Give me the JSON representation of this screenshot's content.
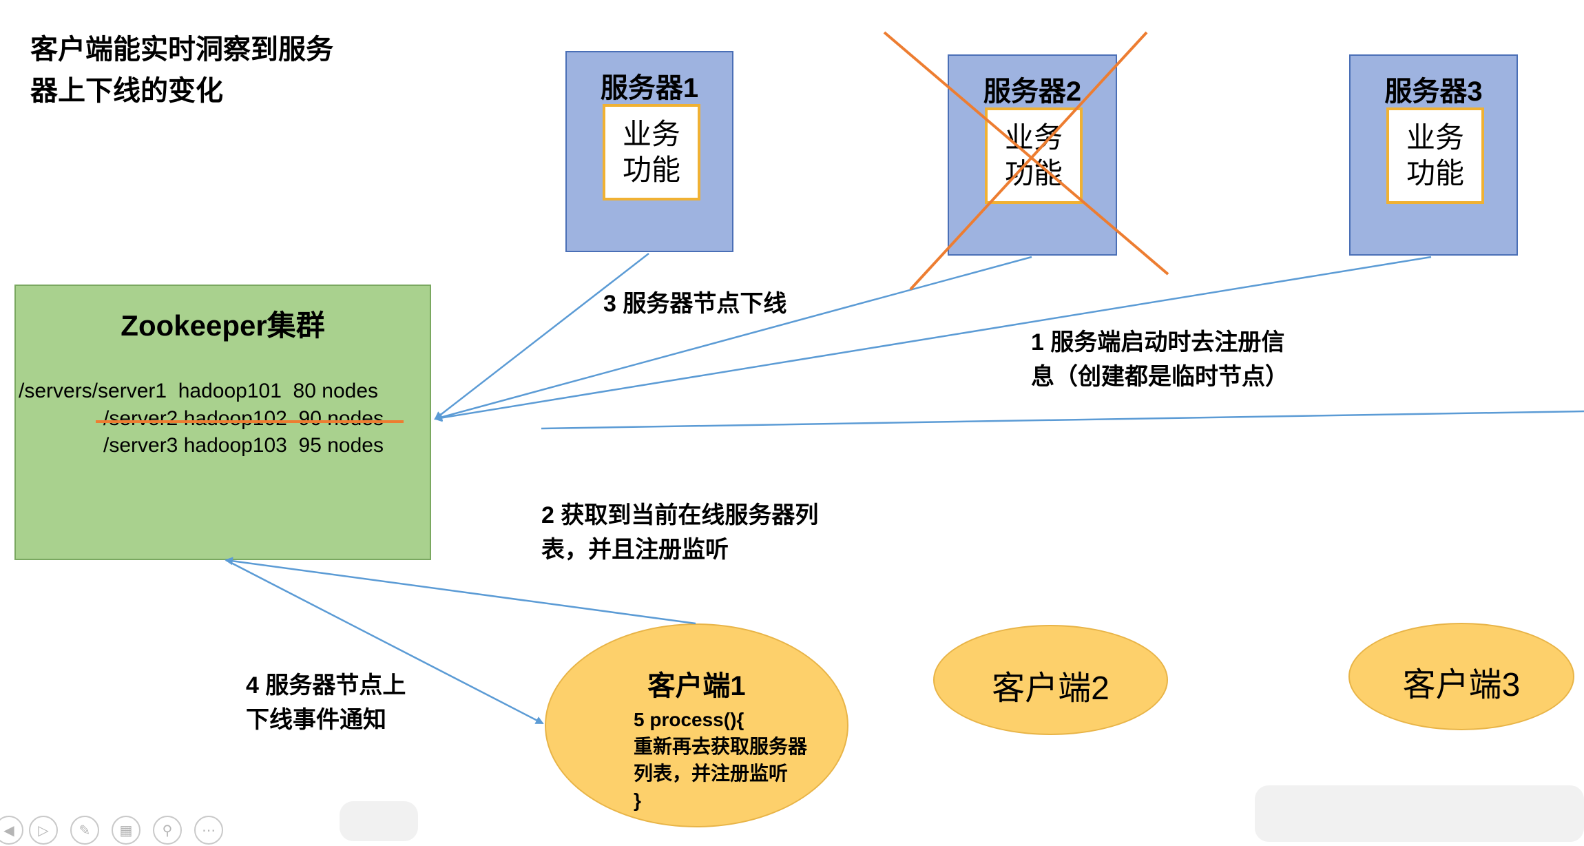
{
  "title_lines": [
    "客户端能实时洞察到服务",
    "器上下线的变化"
  ],
  "servers": [
    {
      "name": "服务器1",
      "biz": [
        "业务",
        "功能"
      ],
      "crossed": false
    },
    {
      "name": "服务器2",
      "biz": [
        "业务",
        "功能"
      ],
      "crossed": true
    },
    {
      "name": "服务器3",
      "biz": [
        "业务",
        "功能"
      ],
      "crossed": false
    }
  ],
  "zookeeper": {
    "title": "Zookeeper集群",
    "nodes": [
      {
        "text": "/servers/server1  hadoop101  80 nodes",
        "struck": false
      },
      {
        "text": "/server2 hadoop102  90 nodes",
        "struck": true
      },
      {
        "text": "/server3 hadoop103  95 nodes",
        "struck": false
      }
    ]
  },
  "annotations": {
    "step1": [
      "1  服务端启动时去注册信",
      "息（创建都是临时节点）"
    ],
    "step2": [
      "2  获取到当前在线服务器列",
      "表，并且注册监听"
    ],
    "step3": "3  服务器节点下线",
    "step4": [
      "4  服务器节点上",
      "下线事件通知"
    ]
  },
  "clients": [
    {
      "name": "客户端1",
      "code": [
        "5 process(){",
        "重新再去获取服务器",
        "列表，并注册监听",
        "}"
      ]
    },
    {
      "name": "客户端2"
    },
    {
      "name": "客户端3"
    }
  ],
  "colors": {
    "server_fill": "#9eb3e0",
    "zookeeper_fill": "#a9d18e",
    "client_fill": "#fdd06b",
    "arrow": "#5b9bd5",
    "cross": "#ed7d31"
  },
  "player_controls": [
    "back-icon",
    "play-icon",
    "pen-icon",
    "slides-icon",
    "zoom-icon",
    "more-icon"
  ]
}
